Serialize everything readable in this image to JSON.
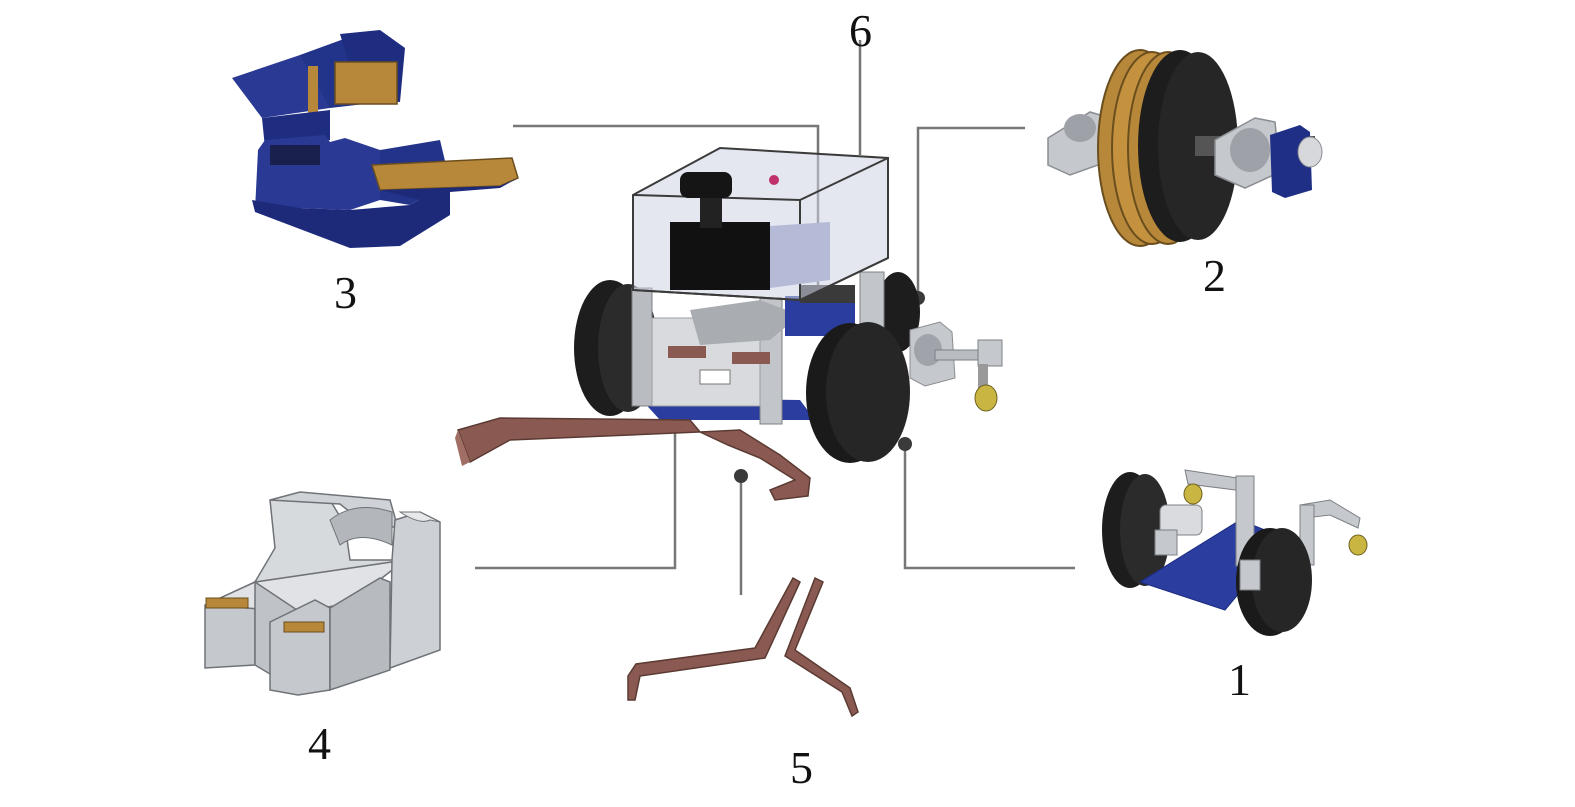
{
  "figure": {
    "labels": {
      "part1": "1",
      "part2": "2",
      "part3": "3",
      "part4": "4",
      "part5": "5",
      "part6": "6"
    },
    "colors": {
      "dark_blue": "#1f2f86",
      "tan": "#b8883a",
      "wheel_black": "#1d1d1d",
      "silver": "#b9bdc2",
      "brown_arm": "#8a5a52",
      "leader_line": "#777777",
      "glass": "#cfd3e3"
    }
  }
}
